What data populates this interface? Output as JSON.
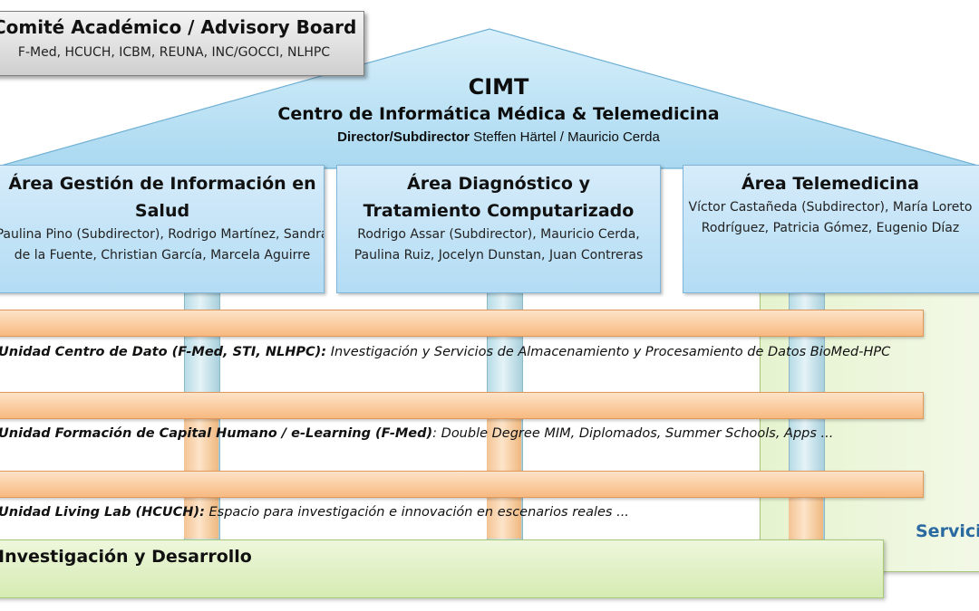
{
  "advisory_board": {
    "title": "Comité Académico / Advisory Board",
    "members": "F-Med, HCUCH, ICBM, REUNA, INC/GOCCI, NLHPC"
  },
  "center": {
    "acronym": "CIMT",
    "name": "Centro de Informática Médica & Telemedicina",
    "director_label": "Director/Subdirector",
    "director_names": " Steffen Härtel / Mauricio Cerda"
  },
  "areas": [
    {
      "title": "Área Gestión de Información en Salud",
      "members": "Paulina Pino (Subdirector),  Rodrigo Martínez, Sandra de la Fuente, Christian García, Marcela Aguirre"
    },
    {
      "title": "Área Diagnóstico y Tratamiento Computarizado",
      "members": "Rodrigo Assar (Subdirector), Mauricio Cerda, Paulina Ruiz, Jocelyn Dunstan, Juan Contreras"
    },
    {
      "title": "Área Telemedicina",
      "members": "Víctor Castañeda (Subdirector), María Loreto Rodríguez, Patricia Gómez, Eugenio Díaz"
    }
  ],
  "units": [
    {
      "name": "Unidad Centro de Dato (F-Med, STI, NLHPC):",
      "description": "  Investigación y Servicios de Almacenamiento y Procesamiento de Datos BioMed-HPC"
    },
    {
      "name": "Unidad Formación de Capital Humano / e-Learning (F-Med)",
      "description": ": Double Degree MIM, Diplomados, Summer Schools, Apps  ..."
    },
    {
      "name": "Unidad Living Lab (HCUCH):",
      "description": " Espacio para investigación e innovación en escenarios reales ..."
    }
  ],
  "foundation": {
    "label": "Investigación y Desarrollo"
  },
  "services": {
    "label": "Servicios"
  },
  "colors": {
    "roof": "#bfe4f6",
    "area": "#c4e4f7",
    "unit_bar": "#fbcfa2",
    "foundation": "#e2f1c8",
    "services": "#e9f5d5",
    "services_text": "#2a6aa0"
  }
}
